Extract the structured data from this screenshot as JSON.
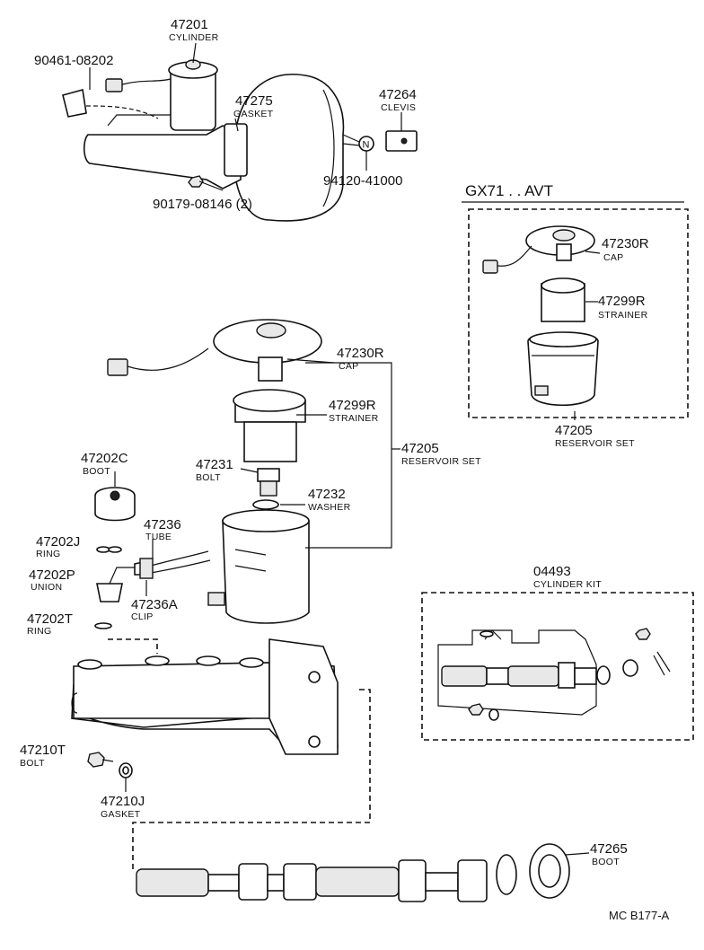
{
  "variant_header": "GX71 . . AVT",
  "diagram_code": "MC  B177-A",
  "labels": {
    "p47201": {
      "num": "47201",
      "name": "CYLINDER"
    },
    "p90461": {
      "num": "90461-08202",
      "name": ""
    },
    "p47275": {
      "num": "47275",
      "name": "GASKET"
    },
    "p47264": {
      "num": "47264",
      "name": "CLEVIS"
    },
    "p94120": {
      "num": "94120-41000",
      "name": ""
    },
    "p90179": {
      "num": "90179-08146 (2)",
      "name": ""
    },
    "p47230R": {
      "num": "47230R",
      "name": "CAP"
    },
    "p47299R": {
      "num": "47299R",
      "name": "STRAINER"
    },
    "p47205": {
      "num": "47205",
      "name": "RESERVOIR SET"
    },
    "p47202C": {
      "num": "47202C",
      "name": "BOOT"
    },
    "p47231": {
      "num": "47231",
      "name": "BOLT"
    },
    "p47232": {
      "num": "47232",
      "name": "WASHER"
    },
    "p47236": {
      "num": "47236",
      "name": "TUBE"
    },
    "p47202J": {
      "num": "47202J",
      "name": "RING"
    },
    "p47202P": {
      "num": "47202P",
      "name": "UNION"
    },
    "p47236A": {
      "num": "47236A",
      "name": "CLIP"
    },
    "p47202T": {
      "num": "47202T",
      "name": "RING"
    },
    "p47210T": {
      "num": "47210T",
      "name": "BOLT"
    },
    "p47210J": {
      "num": "47210J",
      "name": "GASKET"
    },
    "p04493": {
      "num": "04493",
      "name": "CYLINDER KIT"
    },
    "p47265": {
      "num": "47265",
      "name": "BOOT"
    },
    "avt47230R": {
      "num": "47230R",
      "name": "CAP"
    },
    "avt47299R": {
      "num": "47299R",
      "name": "STRAINER"
    },
    "avt47205": {
      "num": "47205",
      "name": "RESERVOIR SET"
    }
  },
  "inline_marks": {
    "nut_letter": "N"
  }
}
